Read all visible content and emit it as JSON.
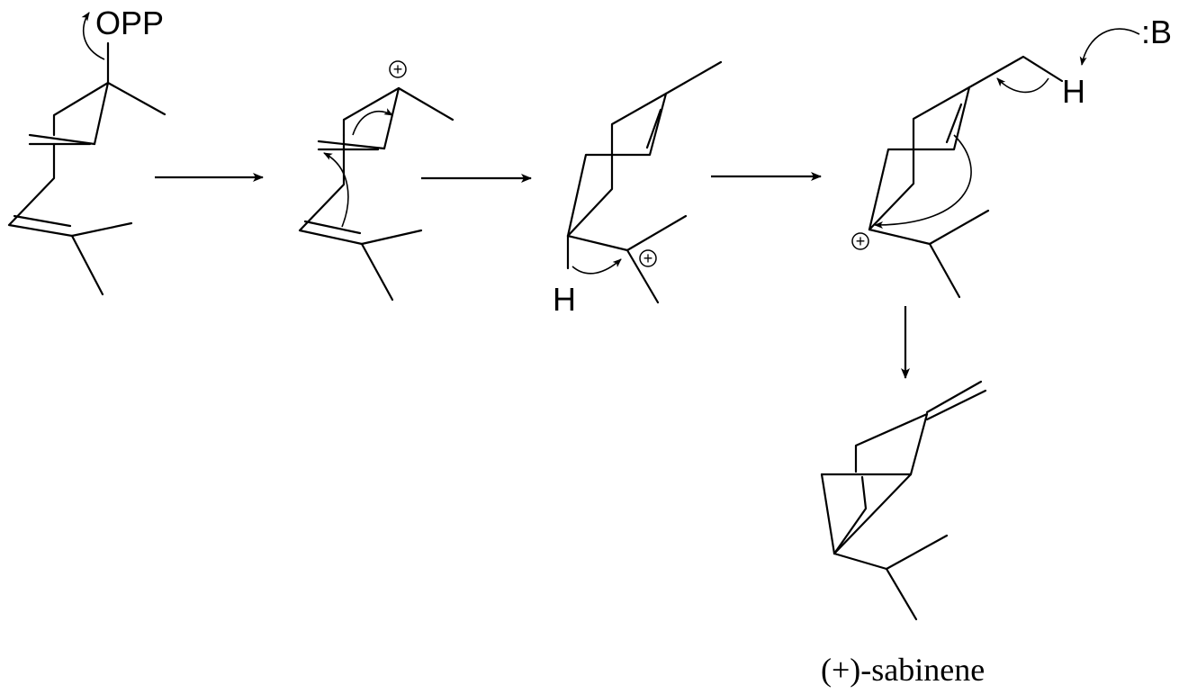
{
  "labels": {
    "leaving_group": "OPP",
    "base": ":B",
    "hydrogen_1": "H",
    "hydrogen_2": "H",
    "product_name": "(+)-sabinene",
    "charge_symbol": "+"
  }
}
